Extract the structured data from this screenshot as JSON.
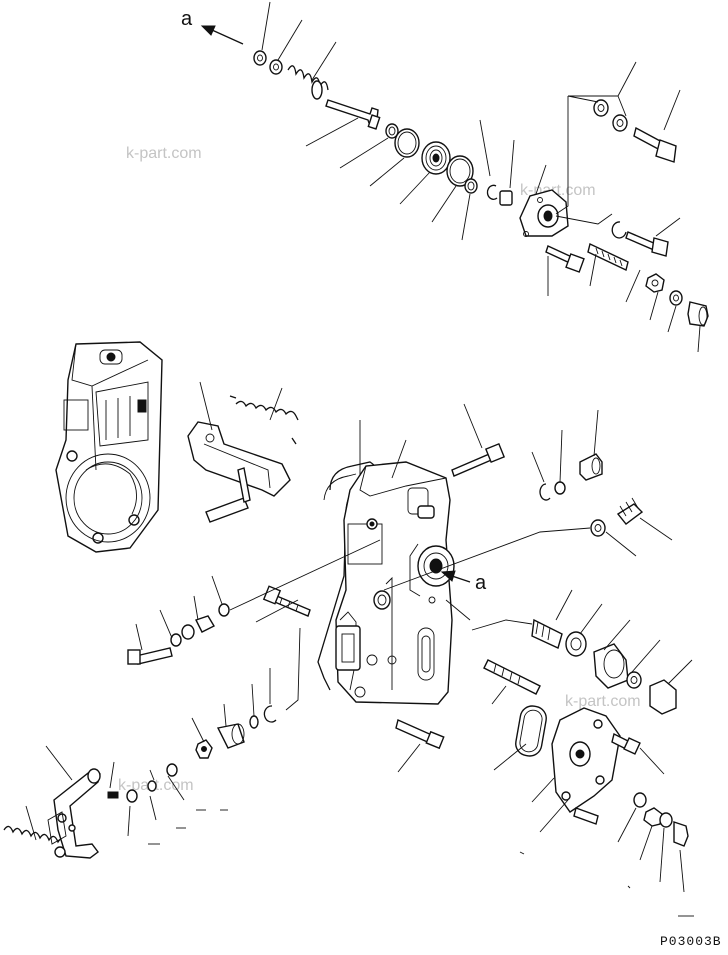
{
  "view_labels": {
    "top": "a",
    "mid": "a"
  },
  "watermark": {
    "text": "k-part.com"
  },
  "drawing_code": "P03003B",
  "icons": [
    "arrow-left-icon",
    "arrow-left-icon"
  ],
  "colors": {
    "ink": "#111111",
    "watermark": "#c4c4c4",
    "background": "#ffffff"
  }
}
